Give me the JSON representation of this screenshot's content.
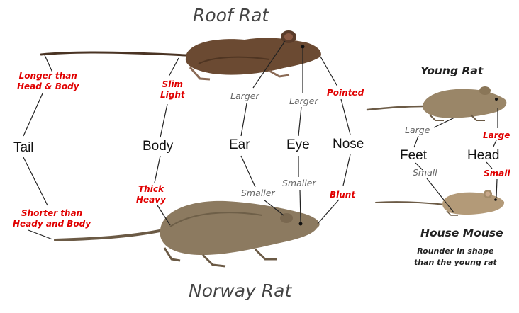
{
  "colors": {
    "red": "#e00000",
    "gray": "#666666",
    "line": "#222222"
  },
  "titles": {
    "roof_rat": "Roof Rat",
    "norway_rat": "Norway Rat"
  },
  "features": {
    "tail": "Tail",
    "body": "Body",
    "ear": "Ear",
    "eye": "Eye",
    "nose": "Nose"
  },
  "roof_rat_traits": {
    "tail": "Longer than\nHead & Body",
    "body": "Slim\nLight",
    "ear": "Larger",
    "eye": "Larger",
    "nose": "Pointed"
  },
  "norway_rat_traits": {
    "tail": "Shorter than\nHeady and Body",
    "body": "Thick\nHeavy",
    "ear": "Smaller",
    "eye": "Smaller",
    "nose": "Blunt"
  },
  "young_vs_mouse": {
    "young_rat_title": "Young Rat",
    "house_mouse_title": "House Mouse",
    "feet": "Feet",
    "head": "Head",
    "young_feet": "Large",
    "young_head": "Large",
    "mouse_feet": "Small",
    "mouse_head": "Small",
    "note": "Rounder in shape\nthan the young rat"
  }
}
